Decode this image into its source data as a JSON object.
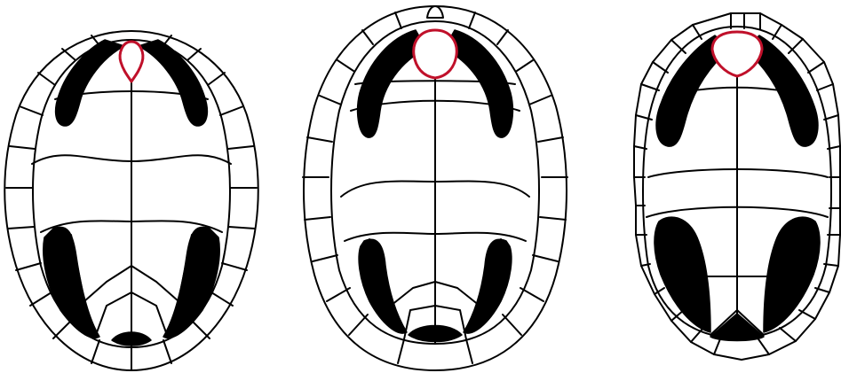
{
  "figure": {
    "background": "#ffffff",
    "stroke_color": "#000000",
    "fill_color": "#000000",
    "highlight_color": "#c0102a",
    "panels": [
      {
        "id": "left",
        "description_icon": "turtle-shell-oval-icon"
      },
      {
        "id": "middle",
        "description_icon": "turtle-shell-elongated-icon"
      },
      {
        "id": "right",
        "description_icon": "turtle-shell-angular-icon"
      }
    ]
  }
}
